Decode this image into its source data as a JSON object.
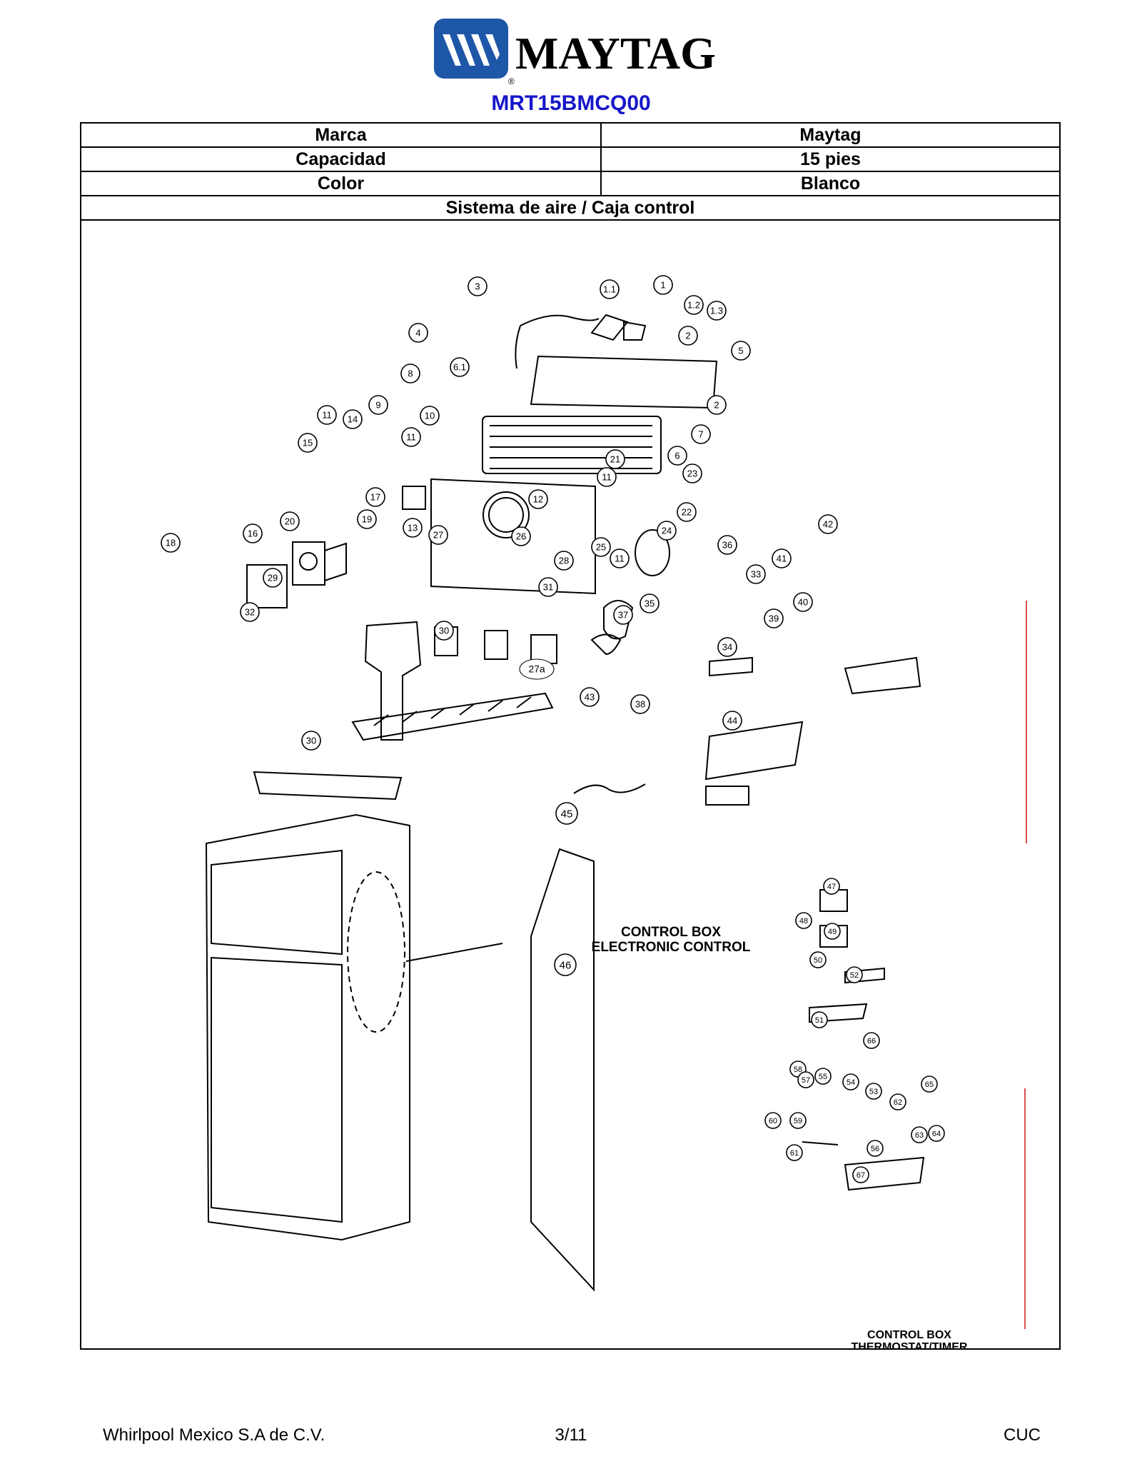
{
  "brand": {
    "logo_text": "MAYTAG",
    "logo_mark": "®",
    "logo_color": "#1e56a8"
  },
  "model": "MRT15BMCQ00",
  "specs": [
    {
      "label": "Marca",
      "value": "Maytag"
    },
    {
      "label": "Capacidad",
      "value": "15 pies"
    },
    {
      "label": "Color",
      "value": "Blanco"
    }
  ],
  "section_title": "Sistema de aire /  Caja control",
  "diagram": {
    "callouts_main": [
      "3",
      "1.1",
      "1",
      "1.2",
      "1.3",
      "4",
      "2",
      "5",
      "6.1",
      "8",
      "2",
      "7",
      "9",
      "10",
      "11",
      "14",
      "6",
      "15",
      "11",
      "21",
      "23",
      "11",
      "17",
      "12",
      "22",
      "19",
      "13",
      "24",
      "18",
      "16",
      "20",
      "27",
      "26",
      "25",
      "11",
      "36",
      "42",
      "28",
      "29",
      "41",
      "33",
      "31",
      "35",
      "32",
      "40",
      "39",
      "27a",
      "37",
      "30",
      "34",
      "43",
      "38",
      "44",
      "30"
    ],
    "ctrl_box_1": [
      "CONTROL  BOX",
      "ELECTRONIC  CONTROL"
    ],
    "callouts_fridge": [
      "45",
      "46"
    ],
    "callouts_box2": [
      "47",
      "48",
      "49",
      "50",
      "52",
      "51",
      "66",
      "58",
      "55",
      "57",
      "54",
      "65",
      "53",
      "62",
      "60",
      "59",
      "63",
      "64",
      "61",
      "56",
      "67"
    ],
    "ctrl_box_2": [
      "CONTROL  BOX",
      "THERMOSTAT/TIMER"
    ]
  },
  "footer": {
    "left": "Whirlpool Mexico S.A de C.V.",
    "center": "3/11",
    "right": "CUC"
  }
}
